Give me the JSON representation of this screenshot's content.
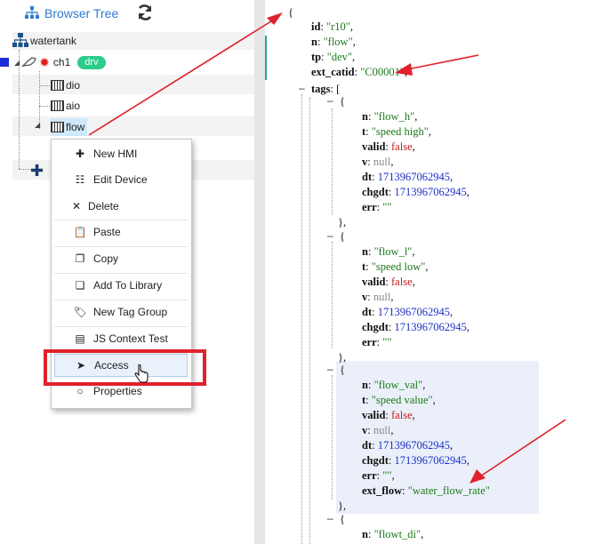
{
  "browser_tree": {
    "title": "Browser Tree",
    "header_icon": "sitemap-icon",
    "refresh_icon": "refresh-icon",
    "root": "watertank",
    "channel": {
      "label": "ch1",
      "badge": "drv"
    },
    "devices": [
      "dio",
      "aio",
      "flow"
    ]
  },
  "context_menu": {
    "items": [
      {
        "label": "New HMI",
        "icon": "puzzle-icon"
      },
      {
        "label": "Edit Device",
        "icon": "list-edit-icon"
      },
      {
        "label": "Delete",
        "icon": "x-icon"
      },
      {
        "label": "Paste",
        "icon": "clipboard-icon"
      },
      {
        "label": "Copy",
        "icon": "copy-icon"
      },
      {
        "label": "Add To Library",
        "icon": "add-library-icon"
      },
      {
        "label": "New Tag Group",
        "icon": "tags-icon"
      },
      {
        "label": "JS Context Test",
        "icon": "terminal-icon"
      },
      {
        "label": "Access",
        "icon": "paper-plane-icon"
      },
      {
        "label": "Properties",
        "icon": "circle-icon"
      }
    ],
    "highlighted": "Access"
  },
  "json_view": {
    "open_brace": "{",
    "id": {
      "key": "id",
      "value": "\"r10\""
    },
    "n": {
      "key": "n",
      "value": "\"flow\""
    },
    "tp": {
      "key": "tp",
      "value": "\"dev\""
    },
    "ext_catid": {
      "key": "ext_catid",
      "value": "\"C00001\""
    },
    "tags_key": "tags",
    "tags": [
      {
        "n": "\"flow_h\"",
        "t": "\"speed high\"",
        "valid": "false",
        "v": "null",
        "dt": "1713967062945",
        "chgdt": "1713967062945",
        "err": "\"\""
      },
      {
        "n": "\"flow_l\"",
        "t": "\"speed low\"",
        "valid": "false",
        "v": "null",
        "dt": "1713967062945",
        "chgdt": "1713967062945",
        "err": "\"\""
      },
      {
        "n": "\"flow_val\"",
        "t": "\"speed value\"",
        "valid": "false",
        "v": "null",
        "dt": "1713967062945",
        "chgdt": "1713967062945",
        "err": "\"\"",
        "ext_flow": "\"water_flow_rate\""
      },
      {
        "n": "\"flowt_di\""
      }
    ],
    "keys": {
      "n": "n",
      "t": "t",
      "valid": "valid",
      "v": "v",
      "dt": "dt",
      "chgdt": "chgdt",
      "err": "err",
      "ext_flow": "ext_flow"
    },
    "annotation_color": "#e0212b"
  }
}
